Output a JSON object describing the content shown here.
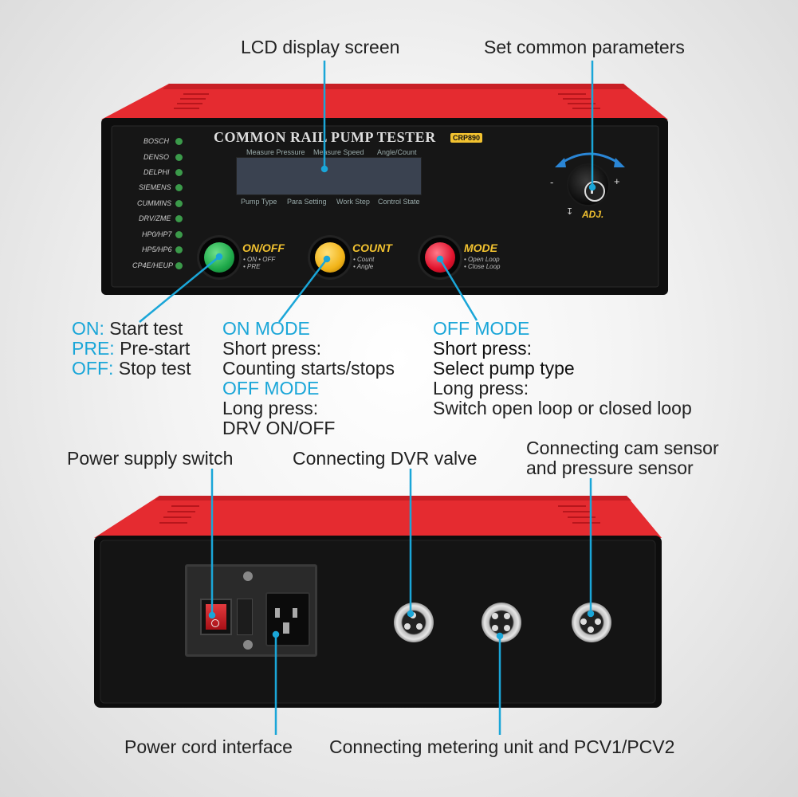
{
  "callouts": {
    "lcd": "LCD display screen",
    "set_params": "Set common parameters",
    "power_switch": "Power supply switch",
    "dvr": "Connecting DVR valve",
    "cam_line1": "Connecting cam sensor",
    "cam_line2": "and pressure sensor",
    "power_cord": "Power cord interface",
    "metering": "Connecting metering unit and PCV1/PCV2"
  },
  "onoff_desc": {
    "on_key": "ON:",
    "on_val": " Start test",
    "pre_key": "PRE:",
    "pre_val": " Pre-start",
    "off_key": "OFF:",
    "off_val": " Stop test"
  },
  "count_desc": {
    "on_mode": "ON MODE",
    "l1": "Short press:",
    "l2": "Counting starts/stops",
    "off_mode": "OFF MODE",
    "l3": "Long press:",
    "l4": "DRV ON/OFF"
  },
  "mode_desc": {
    "off_mode": "OFF MODE",
    "l1": "Short press:",
    "l2": "Select pump type",
    "l3": "Long press:",
    "l4": "Switch open loop or closed loop"
  },
  "device": {
    "title": "COMMON RAIL PUMP TESTER",
    "model": "CRP890",
    "top_labels": [
      "Measure Pressure",
      "Measure Speed",
      "Angle/Count"
    ],
    "bottom_labels": [
      "Pump Type",
      "Para Setting",
      "Work Step",
      "Control State"
    ],
    "brands": [
      "BOSCH",
      "DENSO",
      "DELPHI",
      "SIEMENS",
      "CUMMINS",
      "DRV/ZME",
      "HP0/HP7",
      "HP5/HP6",
      "CP4E/HEUP"
    ],
    "onoff_label": "ON/OFF",
    "onoff_sub1": "• ON  • OFF",
    "onoff_sub2": "• PRE",
    "count_label": "COUNT",
    "count_sub1": "• Count",
    "count_sub2": "• Angle",
    "mode_label": "MODE",
    "mode_sub1": "• Open Loop",
    "mode_sub2": "• Close Loop",
    "adj": "ADJ.",
    "minus": "-",
    "plus": "+"
  },
  "colors": {
    "accent": "#1aa6d8",
    "body_red": "#e8242c",
    "panel": "#141414",
    "green": "#1ea94a",
    "yellow": "#f2b418",
    "red_btn": "#e0122c"
  }
}
